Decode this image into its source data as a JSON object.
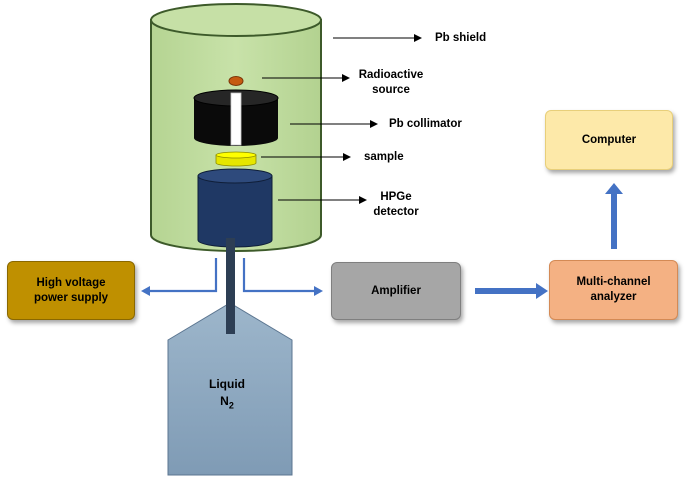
{
  "labels": {
    "pb_shield": "Pb shield",
    "radioactive_source": [
      "Radioactive",
      "source"
    ],
    "pb_collimator": "Pb collimator",
    "sample": "sample",
    "hpge_detector": [
      "HPGe",
      "detector"
    ]
  },
  "boxes": {
    "computer": "Computer",
    "high_voltage": [
      "High voltage",
      "power supply"
    ],
    "amplifier": "Amplifier",
    "mca": [
      "Multi-channel",
      "analyzer"
    ]
  },
  "dewar": {
    "line1": "Liquid",
    "line2_main": "N",
    "line2_sub": "2"
  },
  "colors": {
    "shield": "#c3dea3",
    "shield_border": "#3d5a2a",
    "collimator": "#0a0a0a",
    "detector": "#1f3864",
    "sample": "#ffff00",
    "source": "#c55a11",
    "arrow_blue": "#4472c4",
    "computer_box": "#fde9a9",
    "high_voltage_box": "#bf9000",
    "amplifier_box": "#a6a6a6",
    "mca_box": "#f4b183",
    "dewar": "#8ea9c1"
  }
}
